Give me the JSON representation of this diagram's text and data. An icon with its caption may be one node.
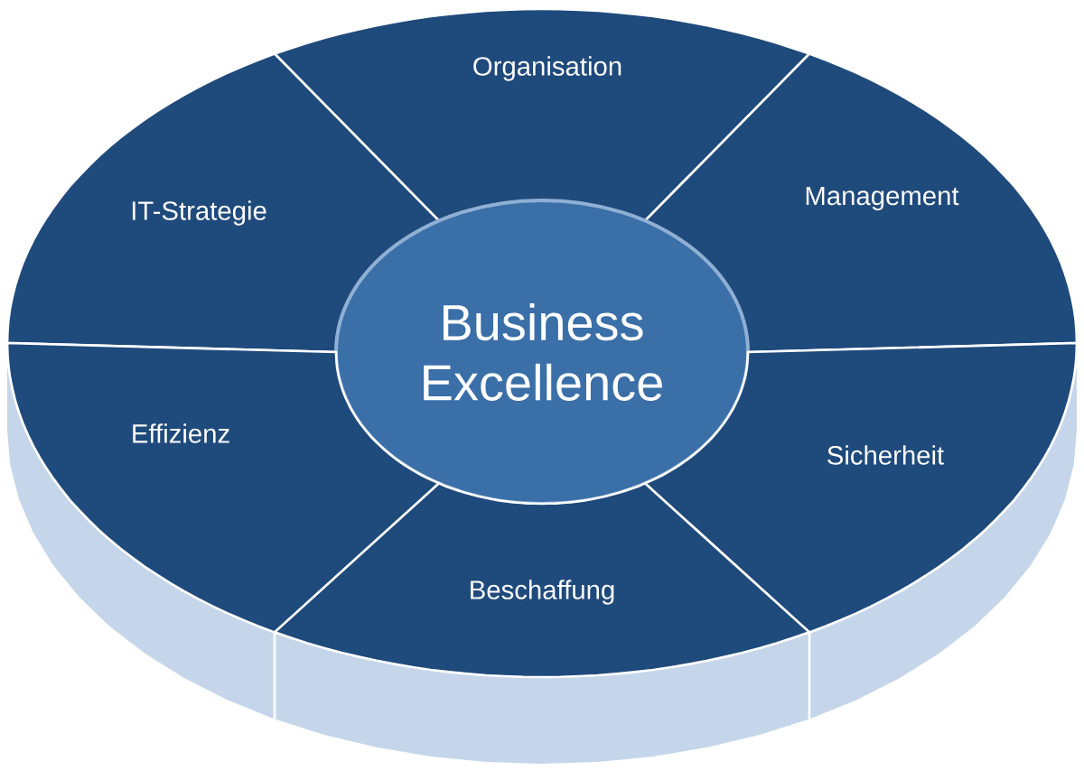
{
  "diagram": {
    "nodes": [
      {
        "text": [
          "Organisation"
        ]
      },
      {
        "text": [
          "IT-Strategie"
        ]
      },
      {
        "text": [
          "Management"
        ]
      },
      {
        "text": [
          "Business Excellence"
        ]
      },
      {
        "text": [
          "Effizienz"
        ]
      },
      {
        "text": [
          "Sicherheit"
        ]
      },
      {
        "text": [
          "Beschaffung"
        ]
      }
    ]
  }
}
